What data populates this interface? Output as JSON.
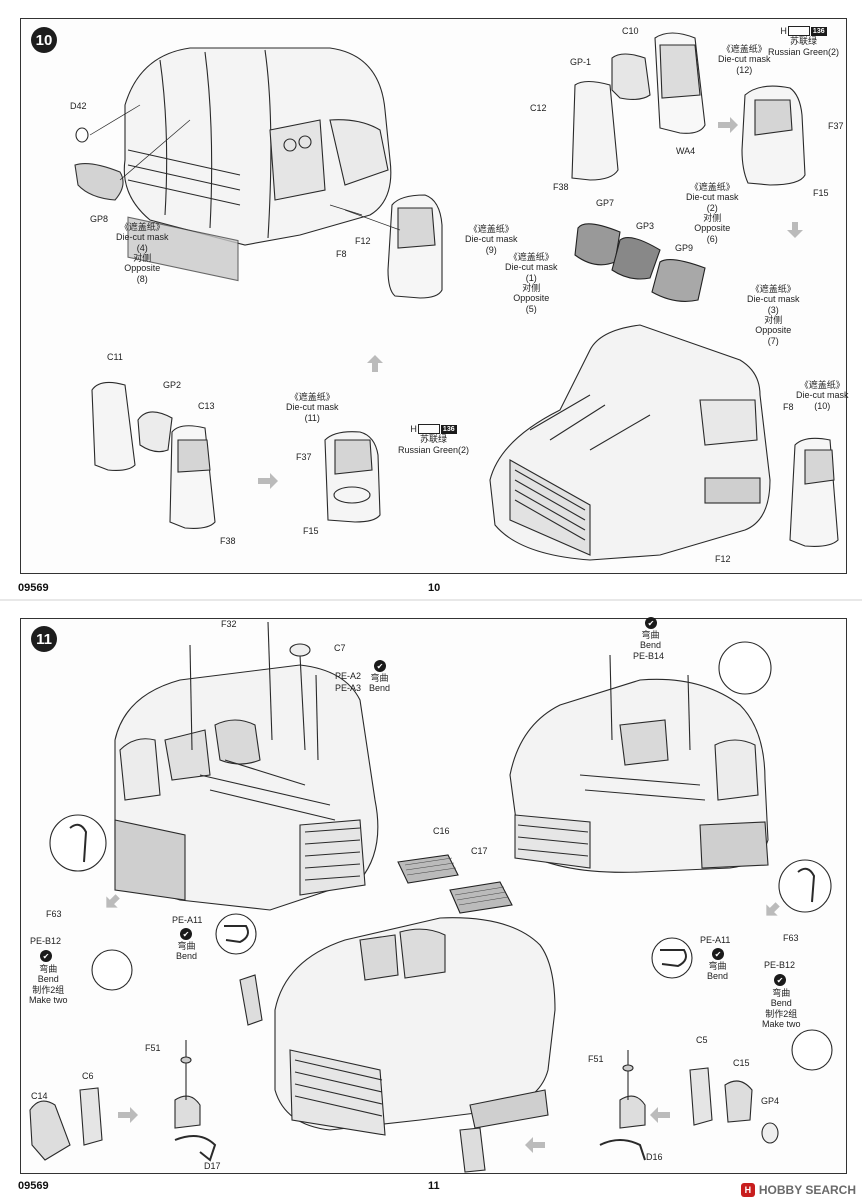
{
  "page_top": {
    "step": "10",
    "footer_code": "09569",
    "page_number": "10",
    "labels": {
      "C10": "C10",
      "GP1": "GP-1",
      "C12": "C12",
      "WA4": "WA4",
      "F38a": "F38",
      "D42": "D42",
      "GP8": "GP8",
      "F12a": "F12",
      "F8a": "F8",
      "GP7": "GP7",
      "GP3": "GP3",
      "GP9": "GP9",
      "C11": "C11",
      "GP2": "GP2",
      "C13": "C13",
      "F38b": "F38",
      "F37a": "F37",
      "F15a": "F15",
      "F37b": "F37",
      "F15b": "F15",
      "F8b": "F8",
      "F12b": "F12"
    },
    "paint_h": "H",
    "paint_code": "136",
    "paint_cn": "苏联绿",
    "paint_en": "Russian Green(2)",
    "mask_cn": "《遮盖纸》",
    "mask_en": "Die-cut mask",
    "opp_cn": "对侧",
    "opp_en": "Opposite",
    "mask_nums": {
      "m12": "(12)",
      "m2": "(2)",
      "m6": "(6)",
      "m9": "(9)",
      "m4": "(4)",
      "m8": "(8)",
      "m1": "(1)",
      "m5": "(5)",
      "m3": "(3)",
      "m7": "(7)",
      "m11": "(11)",
      "m10": "(10)"
    }
  },
  "page_bottom": {
    "step": "11",
    "footer_code": "09569",
    "page_number": "11",
    "labels": {
      "F32": "F32",
      "C7": "C7",
      "PEA2": "PE-A2",
      "PEA3": "PE-A3",
      "PEB14": "PE-B14",
      "C16": "C16",
      "C17": "C17",
      "F63a": "F63",
      "PEB12a": "PE-B12",
      "PEA11a": "PE-A11",
      "F63b": "F63",
      "PEB12b": "PE-B12",
      "PEA11b": "PE-A11",
      "F51a": "F51",
      "C14": "C14",
      "C6": "C6",
      "D17": "D17",
      "F51b": "F51",
      "C5": "C5",
      "C15": "C15",
      "GP4": "GP4",
      "D16": "D16"
    },
    "bend_cn": "弯曲",
    "bend_en": "Bend",
    "make_two_cn": "制作2组",
    "make_two_en": "Make two"
  },
  "watermark": {
    "brand": "HOBBY SEARCH",
    "logo_letter": "H"
  }
}
